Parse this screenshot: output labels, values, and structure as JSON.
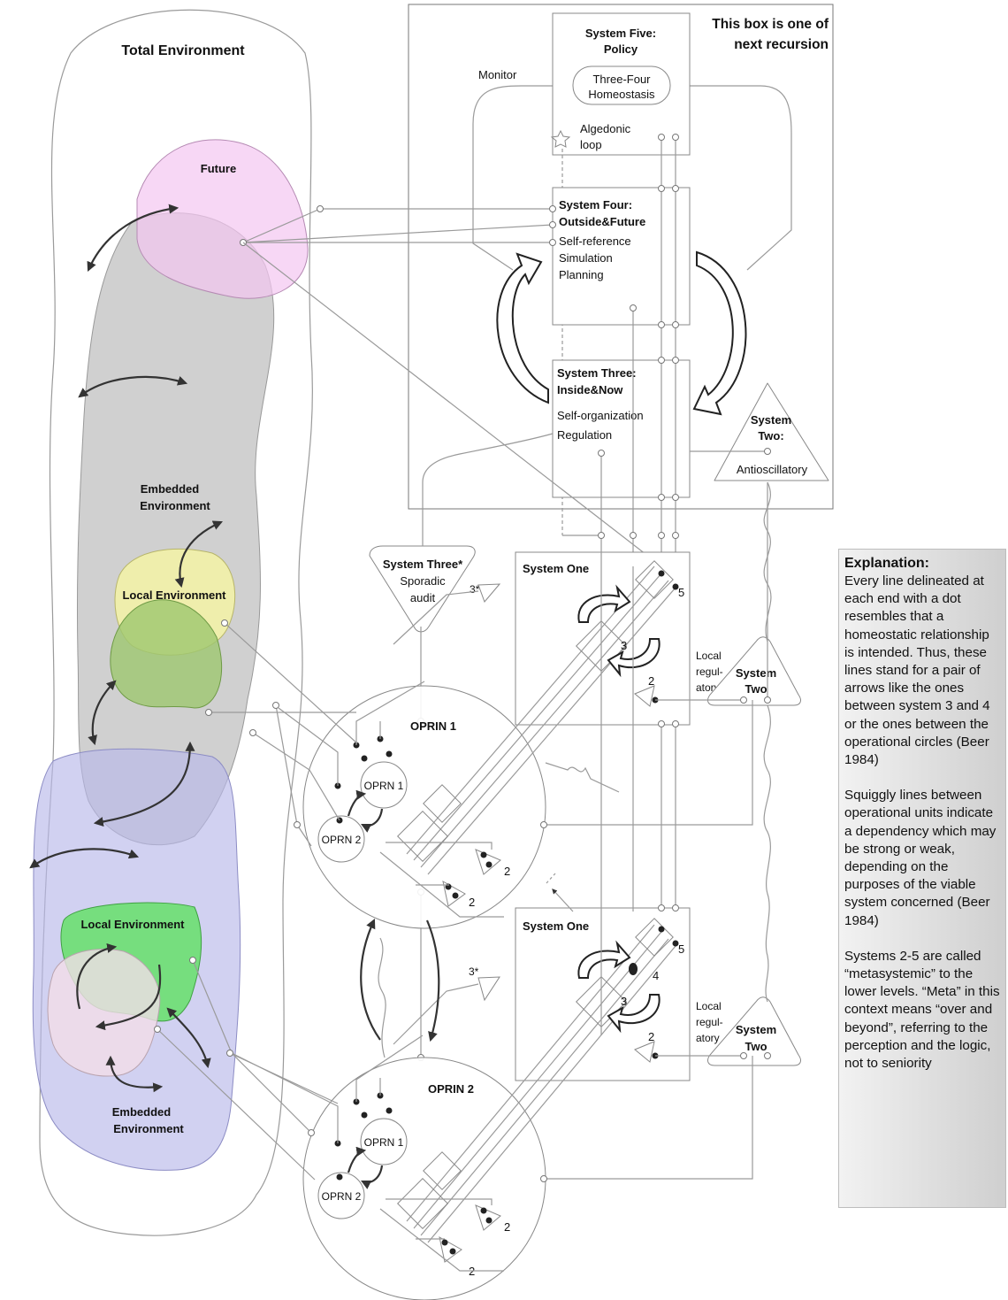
{
  "environment": {
    "total": "Total Environment",
    "future": "Future",
    "embedded_top": [
      "Embedded",
      "Environment"
    ],
    "local_top": "Local Environment",
    "local_bottom": "Local Environment",
    "embedded_bottom": [
      "Embedded",
      "Environment"
    ]
  },
  "metasystem": {
    "box_note": [
      "This box is one of",
      "next recursion"
    ],
    "s5_title": [
      "System Five:",
      "Policy"
    ],
    "homeostasis": [
      "Three-Four",
      "Homeostasis"
    ],
    "monitor": "Monitor",
    "algedonic": [
      "Algedonic",
      "loop"
    ],
    "s4_title": [
      "System Four:",
      "Outside&Future"
    ],
    "s4_items": [
      "Self-reference",
      "Simulation",
      "Planning"
    ],
    "s3_title": [
      "System Three:",
      "Inside&Now"
    ],
    "s3_items": [
      "Self-organization",
      "Regulation"
    ],
    "s2_title": [
      "System",
      "Two:"
    ],
    "s2_sub": "Antioscillatory",
    "s3star_title": "System Three*",
    "s3star_sub": [
      "Sporadic",
      "audit"
    ]
  },
  "operations": {
    "system_one": "System One",
    "oprin1": "OPRIN 1",
    "oprin2": "OPRIN 2",
    "oprn1": "OPRN 1",
    "oprn2": "OPRN 2",
    "local_reg": [
      "Local",
      "regul-",
      "atory"
    ],
    "sys_two": [
      "System",
      "Two"
    ],
    "n5": "5",
    "n4": "4",
    "n3": "3",
    "n2": "2",
    "n3star": "3*"
  },
  "explanation": {
    "heading": "Explanation:",
    "p1": "Every line delineated at each end with a dot resembles  that a homeostatic relationship is intended. Thus, these lines stand for a pair of arrows like the ones between system 3 and 4 or the ones between the operational circles (Beer 1984)",
    "p2": "Squiggly lines between operational units indicate a dependency which may be strong or weak, depending on the purposes of the viable system concerned (Beer 1984)",
    "p3": "Systems 2-5 are called “metasystemic” to the lower levels. “Meta” in this context means “over and beyond”, referring to the perception and the logic, not to seniority"
  }
}
